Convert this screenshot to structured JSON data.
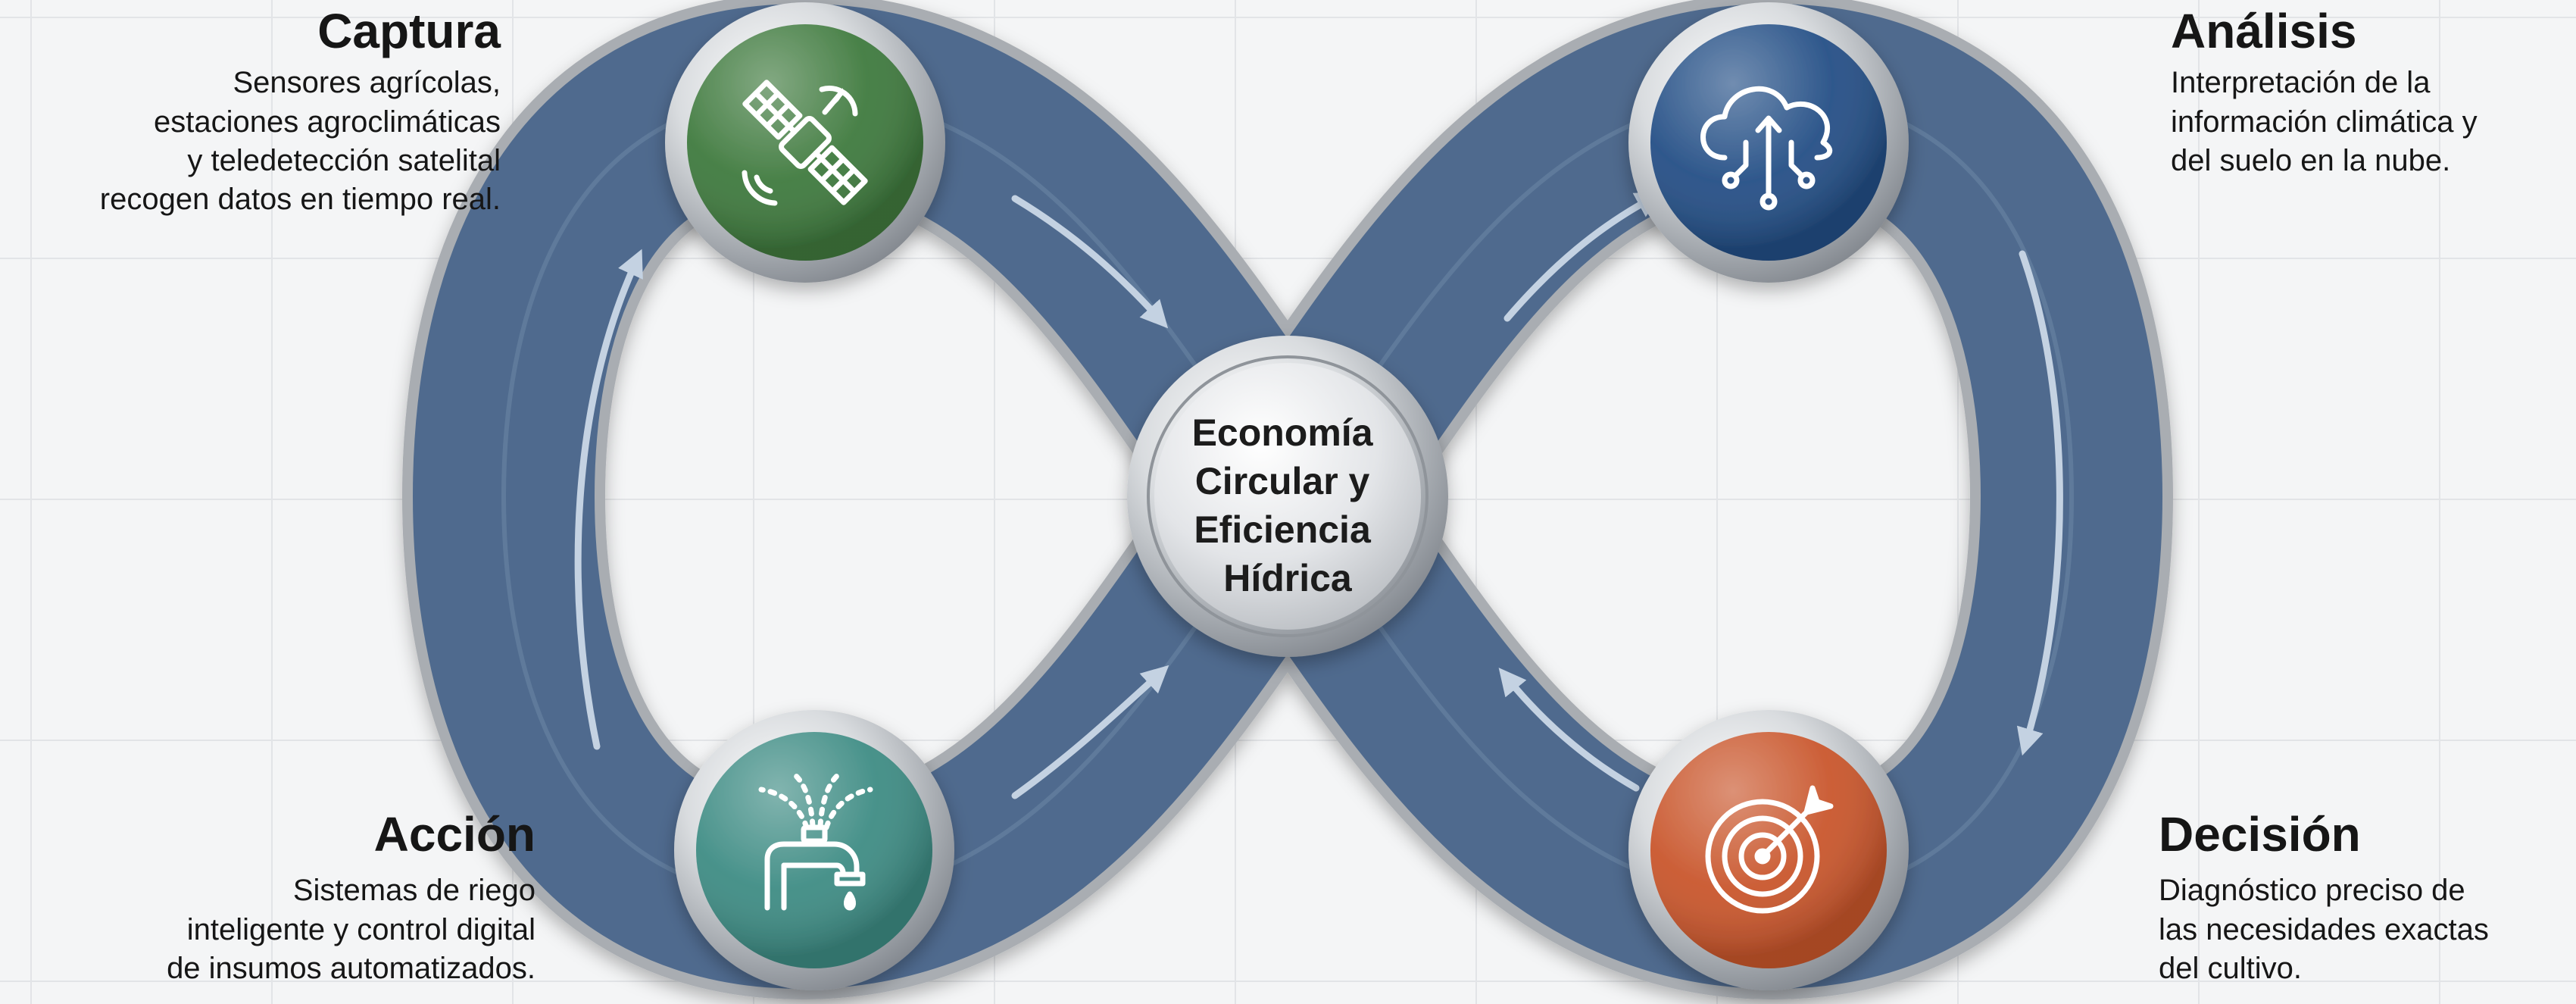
{
  "center": {
    "lines": [
      "Economía",
      "Circular y",
      "Eficiencia",
      "Hídrica"
    ]
  },
  "stages": {
    "captura": {
      "title": "Captura",
      "desc": [
        "Sensores agrícolas,",
        "estaciones agroclimáticas",
        "y teledetección satelital",
        "recogen datos en tiempo real."
      ],
      "icon": "satellite-icon",
      "color": "#3f7a3e"
    },
    "analisis": {
      "title": "Análisis",
      "desc": [
        "Interpretación de la",
        "información climática y",
        "del suelo en la nube."
      ],
      "icon": "cloud-data-icon",
      "color": "#244f86"
    },
    "decision": {
      "title": "Decisión",
      "desc": [
        "Diagnóstico preciso de",
        "las necesidades exactas",
        "del cultivo."
      ],
      "icon": "target-arrow-icon",
      "color": "#c9562c"
    },
    "accion": {
      "title": "Acción",
      "desc": [
        "Sistemas de riego",
        "inteligente y control digital",
        "de insumos automatizados."
      ],
      "icon": "water-faucet-icon",
      "color": "#3e8c84"
    }
  },
  "colors": {
    "track": "#4f6b8e",
    "track_highlight": "#6c86a6",
    "metal_rim": "#a9adb2",
    "flow_arrow": "#c4d2e2",
    "background": "#f4f5f6"
  }
}
